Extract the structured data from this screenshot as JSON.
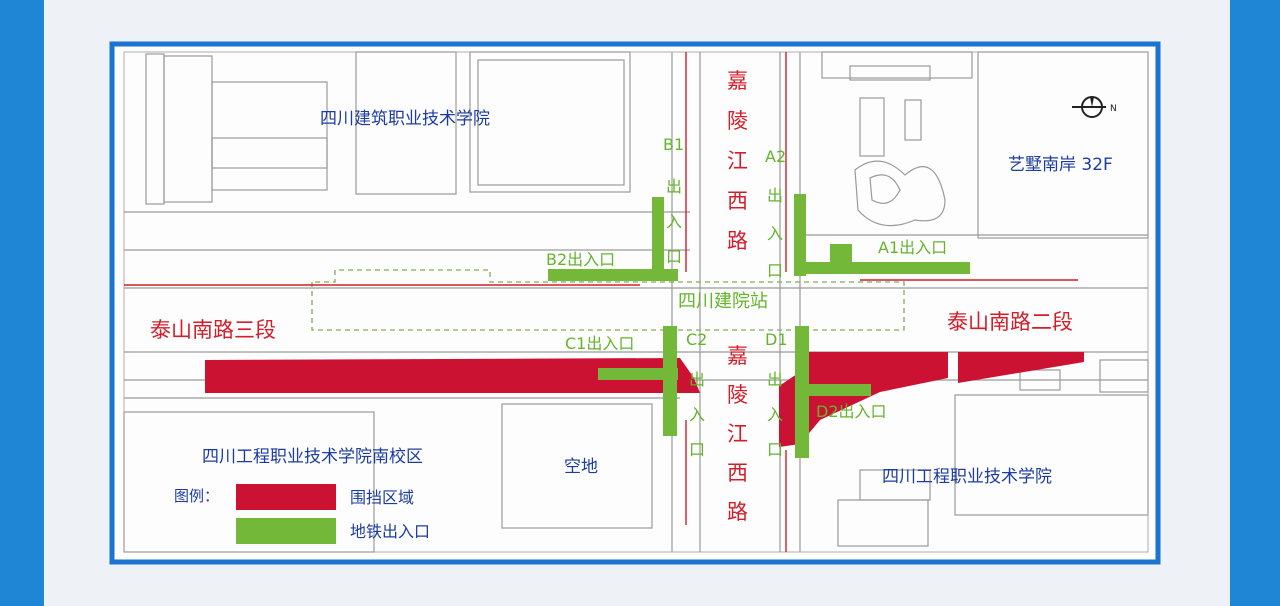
{
  "map": {
    "school_north": "四川建筑职业技术学院",
    "residential": "艺墅南岸 32F",
    "school_south_campus": "四川工程职业技术学院南校区",
    "school_east": "四川工程职业技术学院",
    "vacant_lot": "空地",
    "station": "四川建院站",
    "road_west": "泰山南路三段",
    "road_east": "泰山南路二段",
    "road_vertical_chars": [
      "嘉",
      "陵",
      "江",
      "西",
      "路"
    ],
    "entrances": {
      "a1": "A1出入口",
      "a2_chars": [
        "A2",
        "出",
        "入",
        "口"
      ],
      "b1_chars": [
        "B1",
        "出",
        "入",
        "口"
      ],
      "b2": "B2出入口",
      "c1": "C1出入口",
      "c2_chars": [
        "C2",
        "出",
        "入",
        "口"
      ],
      "d1_chars": [
        "D1",
        "出",
        "入",
        "口"
      ],
      "d2": "D2出入口"
    },
    "legend": {
      "title": "图例：",
      "hoarding_label": "围挡区域",
      "subway_label": "地铁出入口"
    },
    "colors": {
      "hoarding": "#cc1232",
      "subway_exit": "#74b839",
      "label_blue": "#1c3ca0",
      "label_red": "#d21e2a",
      "label_green": "#64b42c",
      "frame_blue": "#1a74d0"
    }
  }
}
